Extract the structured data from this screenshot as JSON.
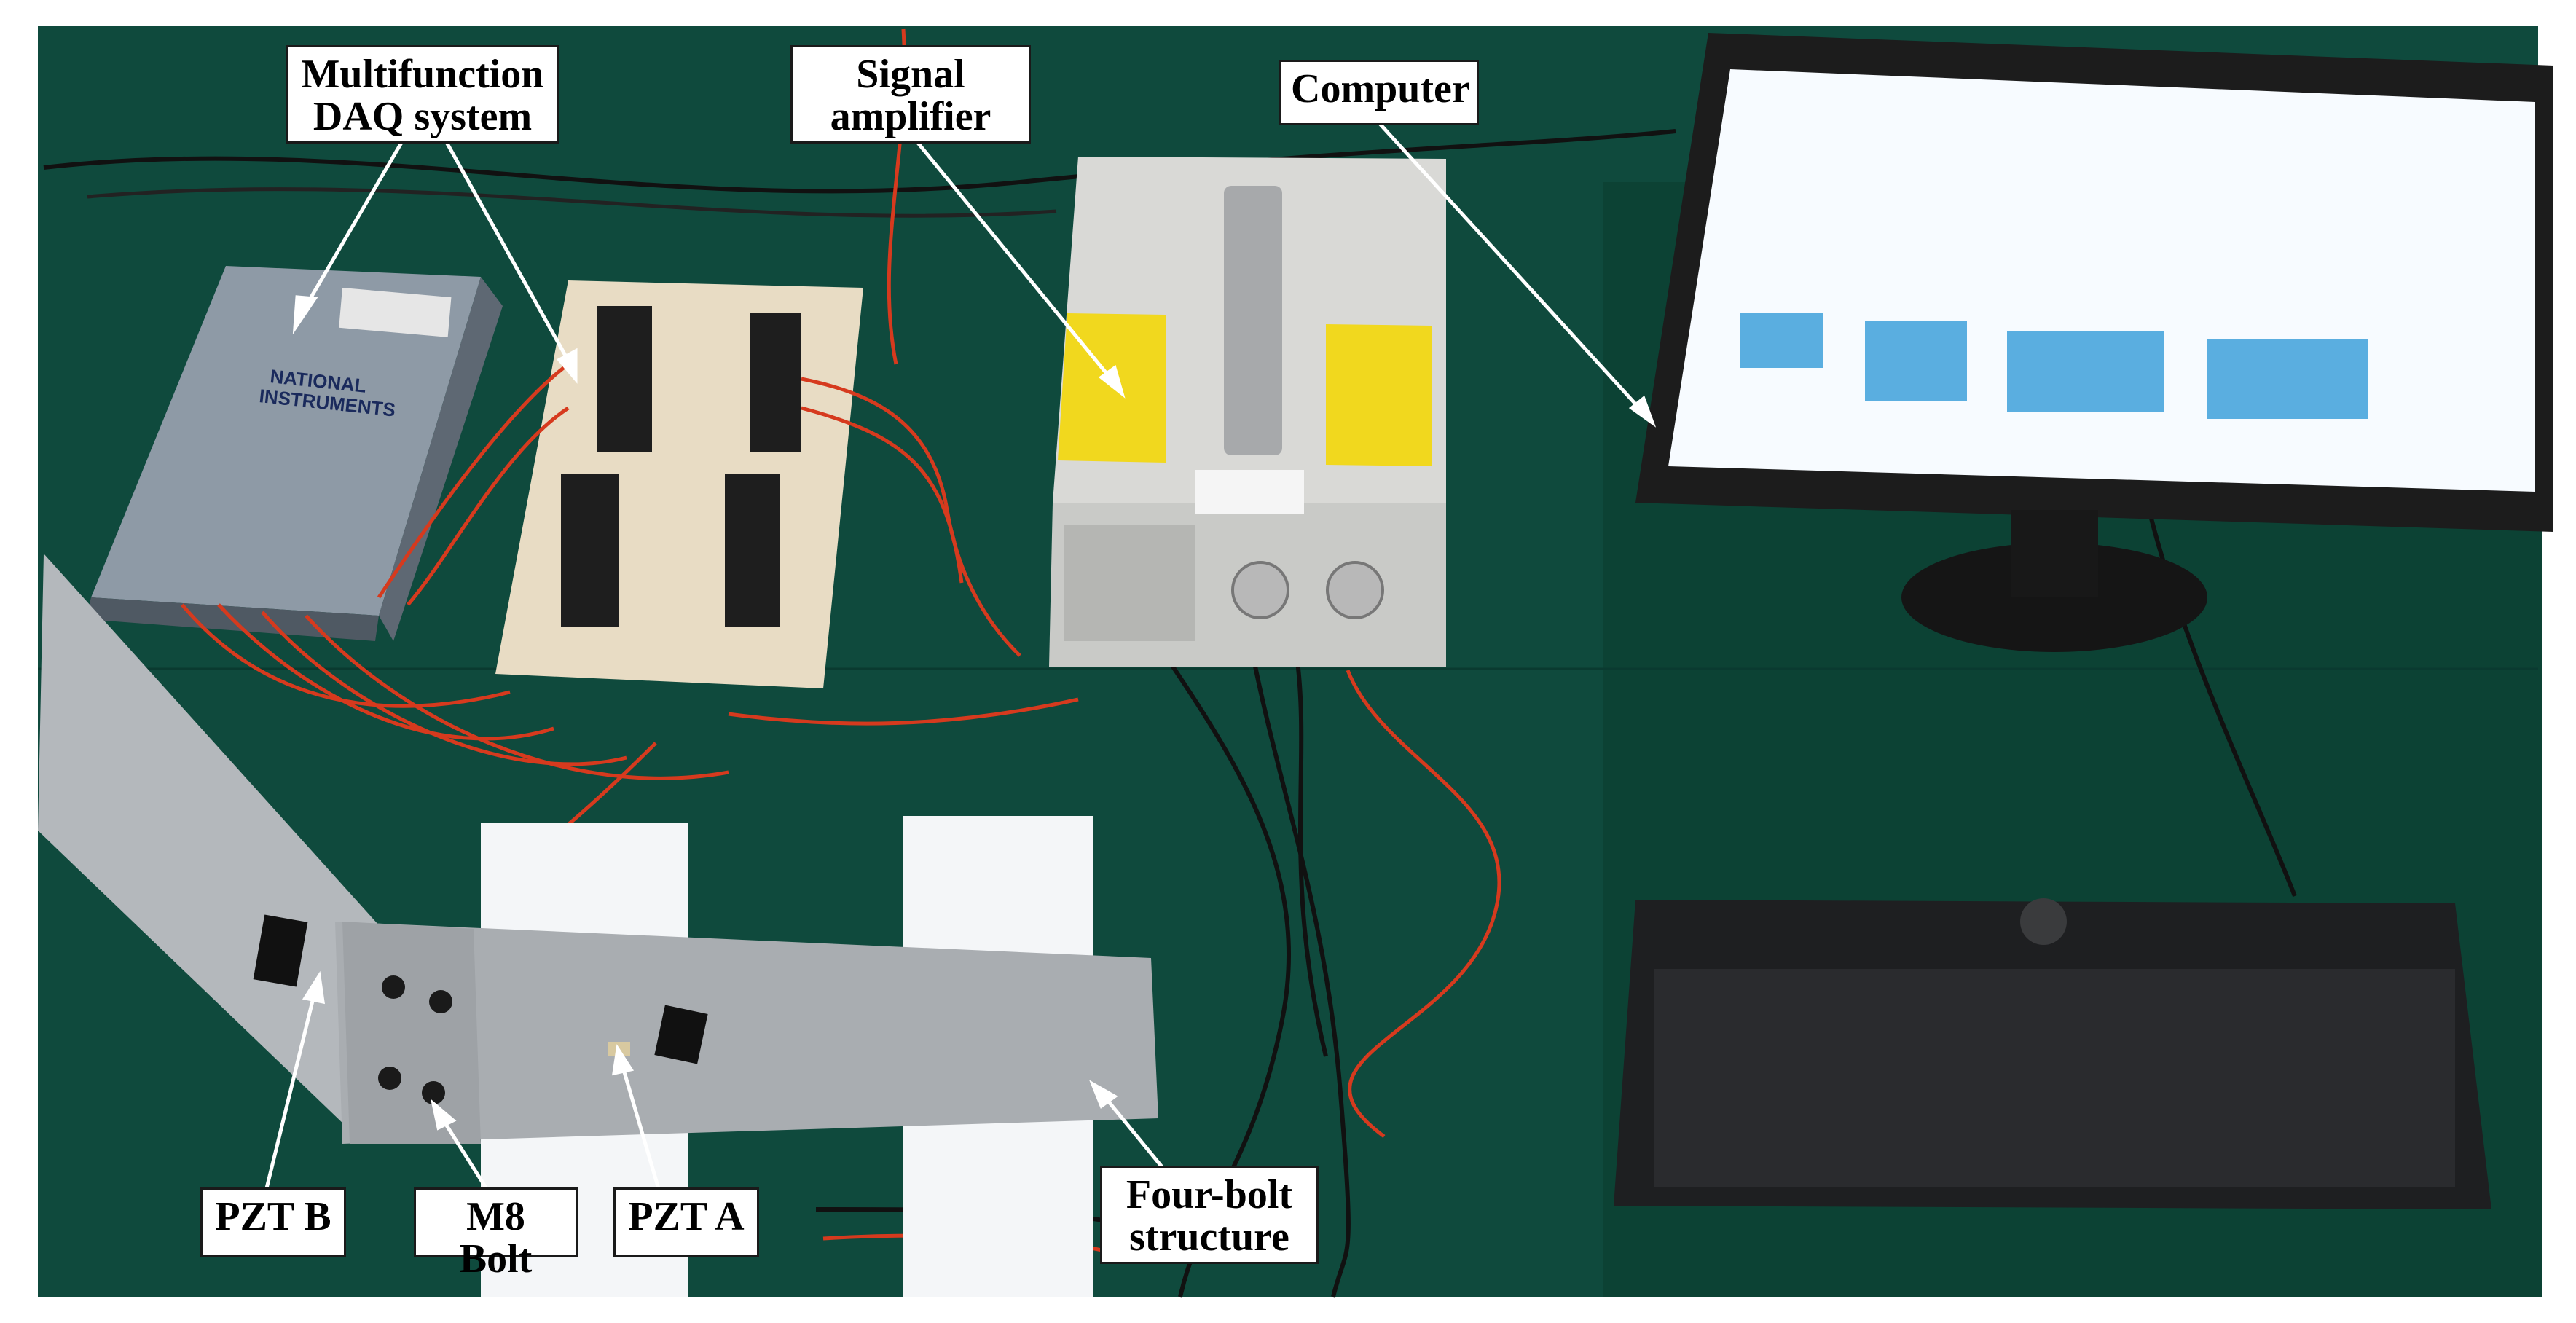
{
  "labels": {
    "daq": {
      "line1": "Multifunction",
      "line2": "DAQ system"
    },
    "amplifier": {
      "line1": "Signal",
      "line2": "amplifier"
    },
    "computer": "Computer",
    "pzt_b": "PZT B",
    "m8_bolt": "M8 Bolt",
    "pzt_a": "PZT A",
    "structure": {
      "line1": "Four-bolt",
      "line2": "structure"
    }
  },
  "colors": {
    "table": "#0f4a3d",
    "table_dark": "#0a3a30",
    "daq_device": "#8e9aa6",
    "terminal_board": "#e8dcc4",
    "amplifier_case": "#d9d9d6",
    "warning_label": "#f1d81e",
    "monitor_frame": "#1c1c1c",
    "screen": "#f7fbff",
    "plot_blue": "#5aaee0",
    "foam": "#f4f6f8",
    "aluminum": "#a9adb1",
    "keyboard": "#1e1f21",
    "wire_red": "#d63a1e",
    "wire_black": "#111111",
    "arrow": "#ffffff"
  }
}
